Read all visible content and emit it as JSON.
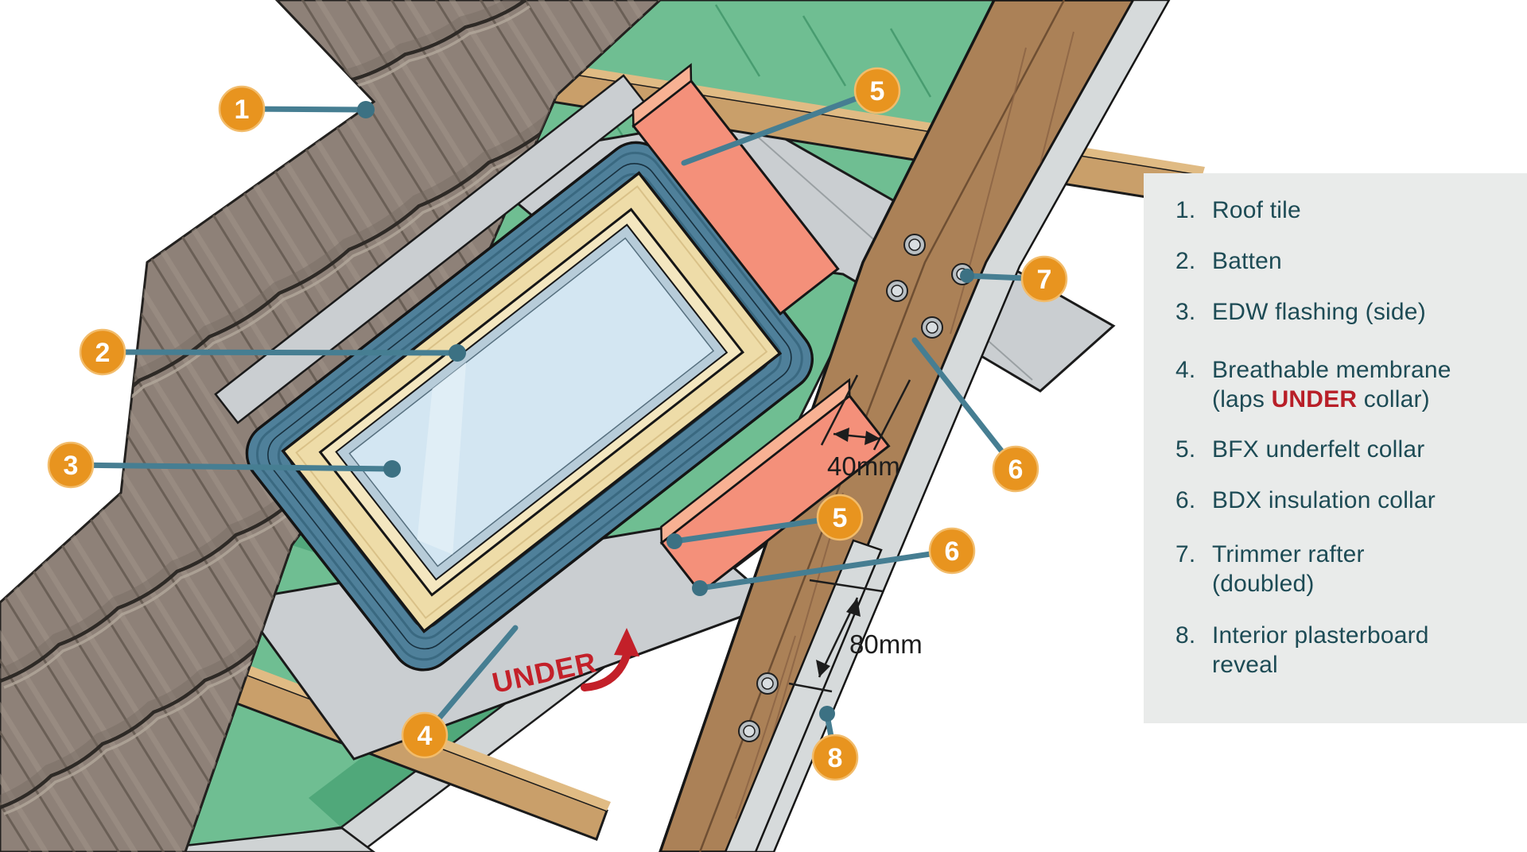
{
  "legend": {
    "items": [
      {
        "num": "1.",
        "label": "Roof tile"
      },
      {
        "num": "2.",
        "label": "Batten"
      },
      {
        "num": "3.",
        "label": "EDW flashing (side)"
      },
      {
        "num": "4.",
        "label": "Breathable membrane",
        "line2_pre": "(laps ",
        "line2_em": "UNDER",
        "line2_post": " collar)"
      },
      {
        "num": "5.",
        "label": "BFX underfelt collar"
      },
      {
        "num": "6.",
        "label": "BDX insulation collar"
      },
      {
        "num": "7.",
        "label": "Trimmer rafter",
        "line2": "(doubled)"
      },
      {
        "num": "8.",
        "label": "Interior plasterboard",
        "line2": "reveal"
      }
    ]
  },
  "callouts": [
    {
      "n": "1",
      "target": "roof-tile"
    },
    {
      "n": "2",
      "target": "batten"
    },
    {
      "n": "3",
      "target": "edw-flashing-side"
    },
    {
      "n": "4",
      "target": "breathable-membrane"
    },
    {
      "n": "5",
      "target": "bfx-underfelt-collar-top"
    },
    {
      "n": "5",
      "target": "bfx-underfelt-collar-bottom"
    },
    {
      "n": "6",
      "target": "bdx-insulation-collar-upper"
    },
    {
      "n": "6",
      "target": "bdx-insulation-collar-lower"
    },
    {
      "n": "7",
      "target": "trimmer-rafter"
    },
    {
      "n": "8",
      "target": "interior-plasterboard-reveal"
    }
  ],
  "annotations": {
    "dim_40": "40mm",
    "dim_80": "80mm",
    "under": "UNDER"
  },
  "colors": {
    "callout_orange": "#e8941f",
    "leader_teal": "#467e92",
    "legend_text": "#1d4b55",
    "alert_red": "#b81f28",
    "panel_gray": "#e9ebea",
    "membrane_green": "#6fbe92",
    "collar_teal": "#4f809a",
    "insulation_salmon": "#f4907a",
    "wood_tan": "#c99f6a",
    "rafter_brown": "#ab8157",
    "flashing_gray": "#caced1",
    "tile_gray_brown": "#8e8178",
    "glass_blue": "#d3e6f2"
  }
}
